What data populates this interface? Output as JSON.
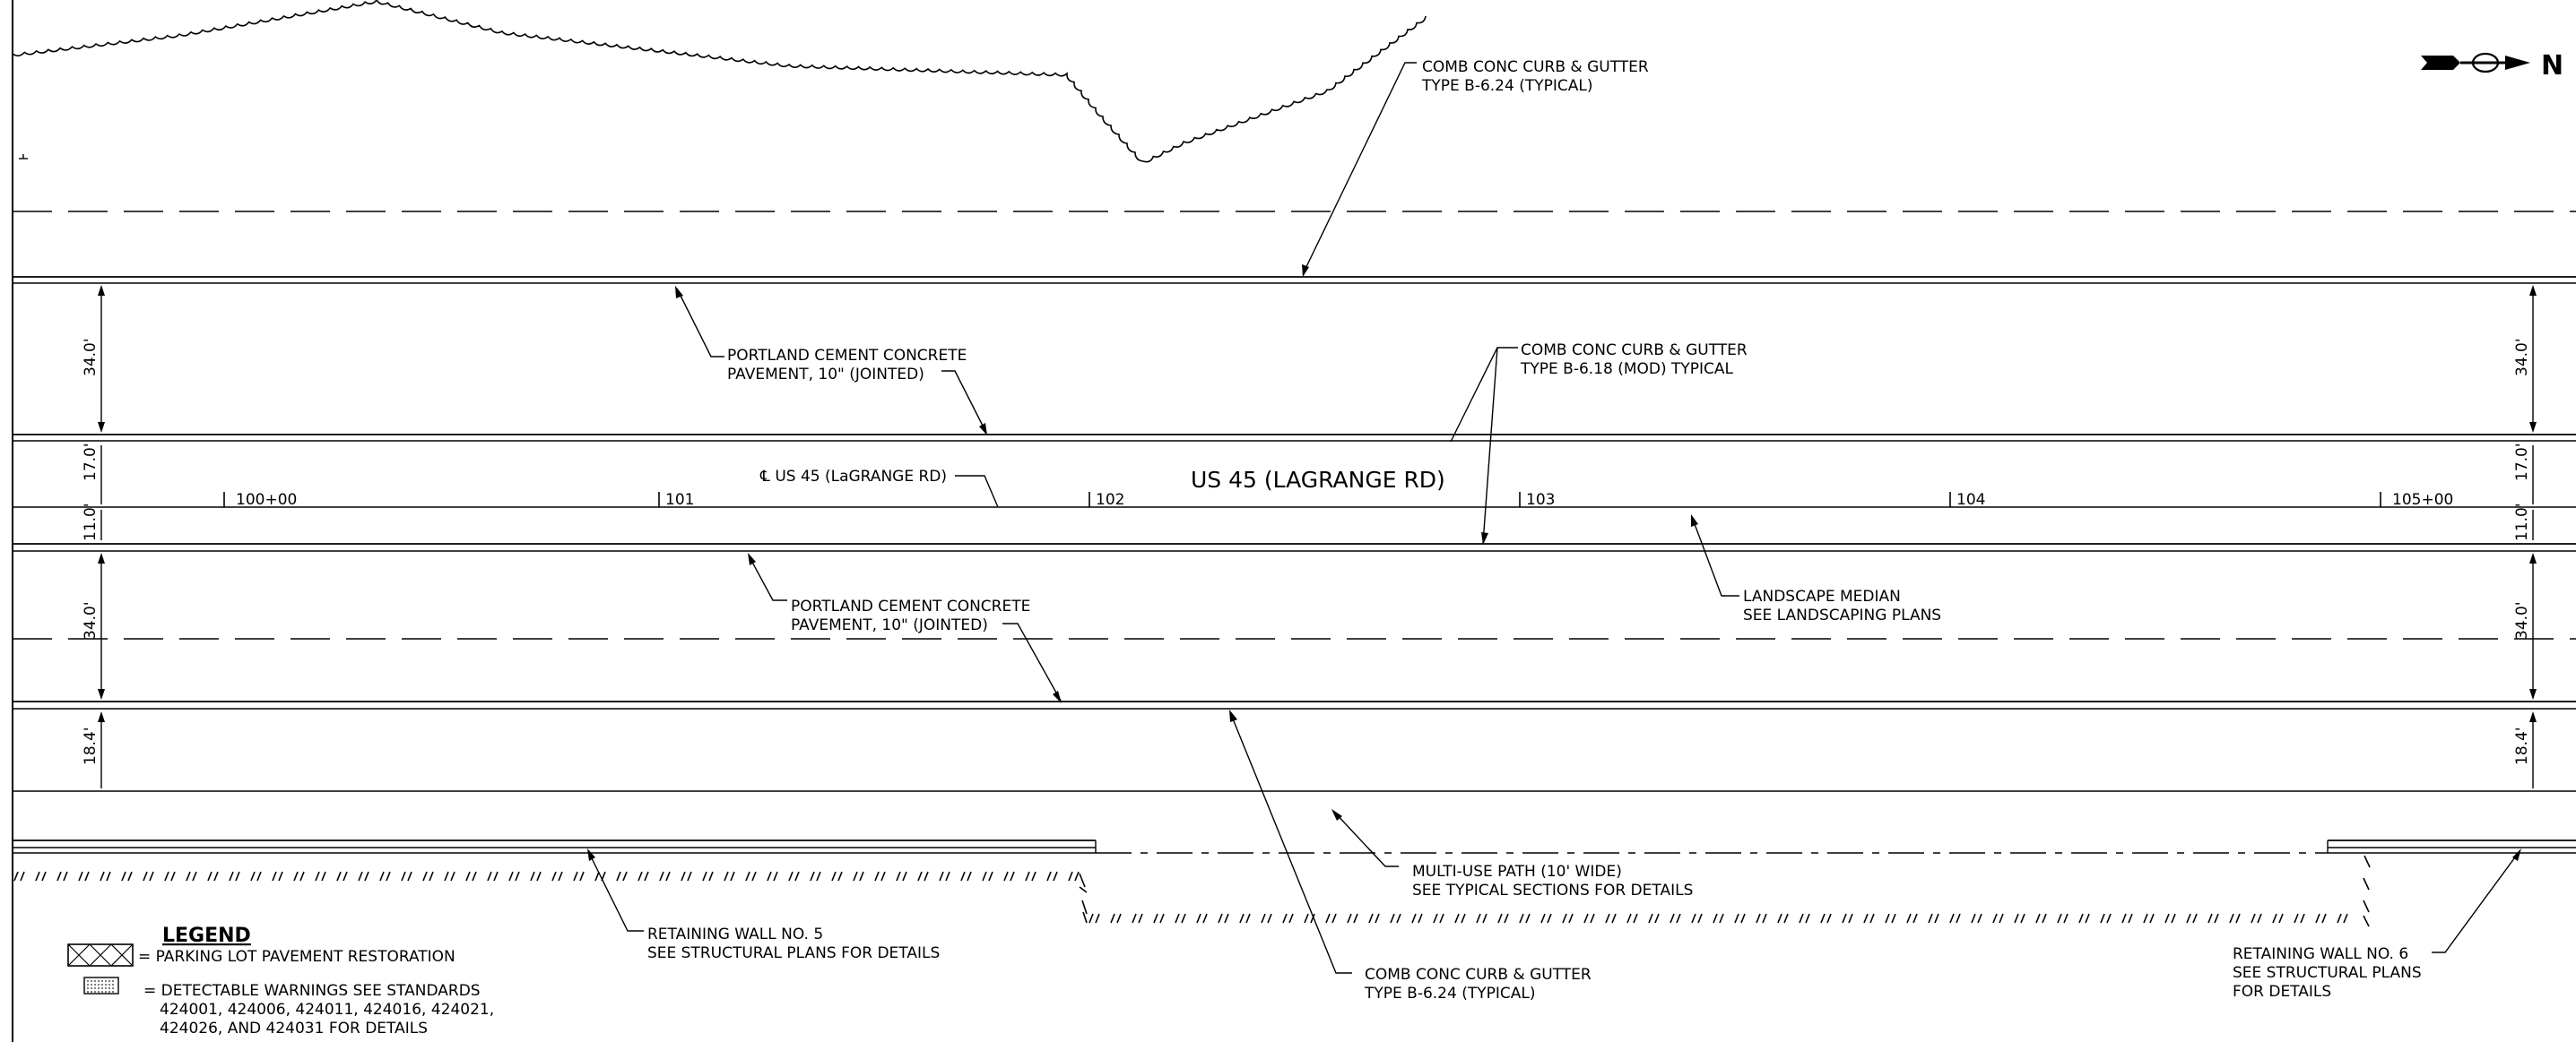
{
  "sheet": {
    "road_title": "US 45 (LAGRANGE RD)",
    "centerline_label": "℄ US 45 (LaGRANGE RD)",
    "north_arrow_letter": "N",
    "stations": [
      "100+00",
      "101",
      "102",
      "103",
      "104",
      "105+00"
    ],
    "dimensions": {
      "lane_north": "34.0'",
      "median_north": "17.0'",
      "median_south": "11.0'",
      "lane_south": "34.0'",
      "path_strip": "18.4'"
    },
    "callouts": {
      "curb_top_1": "COMB CONC CURB & GUTTER",
      "curb_top_2": "TYPE B-6.24 (TYPICAL)",
      "pcc_top_1": "PORTLAND CEMENT CONCRETE",
      "pcc_top_2": "PAVEMENT, 10\" (JOINTED)",
      "curb_median_1": "COMB CONC CURB & GUTTER",
      "curb_median_2": "TYPE B-6.18 (MOD) TYPICAL",
      "pcc_bottom_1": "PORTLAND CEMENT CONCRETE",
      "pcc_bottom_2": "PAVEMENT, 10\" (JOINTED)",
      "landscape_1": "LANDSCAPE MEDIAN",
      "landscape_2": "SEE LANDSCAPING PLANS",
      "path_1": "MULTI-USE PATH (10' WIDE)",
      "path_2": "SEE TYPICAL SECTIONS FOR DETAILS",
      "wall5_1": "RETAINING WALL NO. 5",
      "wall5_2": "SEE STRUCTURAL PLANS FOR DETAILS",
      "curb_bottom_1": "COMB CONC CURB & GUTTER",
      "curb_bottom_2": "TYPE B-6.24 (TYPICAL)",
      "wall6_1": "RETAINING WALL NO. 6",
      "wall6_2": "SEE STRUCTURAL PLANS",
      "wall6_3": "FOR DETAILS"
    },
    "legend": {
      "title": "LEGEND",
      "item1": "= PARKING LOT PAVEMENT RESTORATION",
      "item2_1": "= DETECTABLE WARNINGS SEE STANDARDS",
      "item2_2": "424001, 424006, 424011, 424016, 424021,",
      "item2_3": "424026, AND 424031 FOR DETAILS"
    }
  }
}
